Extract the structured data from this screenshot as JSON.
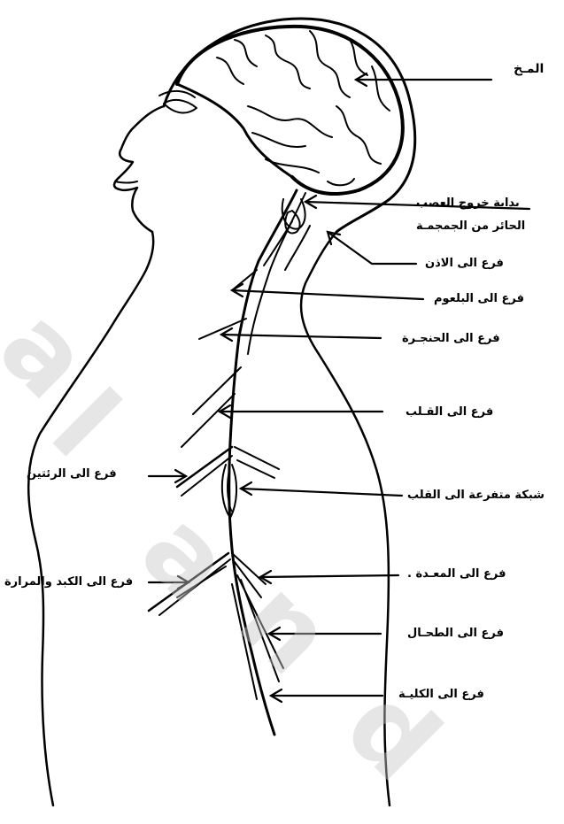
{
  "labels": {
    "brain": "المـخ",
    "nerve_origin_line1": "بداية خروج العصب",
    "nerve_origin_line2": "الحائر من الجمجمـة",
    "ear": "فرع الى الاذن",
    "pharynx": "فرع الى البلعوم",
    "larynx": "فرع الى الحنجـرة",
    "heart": "فرع الى القـلب",
    "lungs": "فرع الى الرئتين",
    "cardiac_plexus": "شبكة متفرعة الى القلب",
    "liver": "فرع الى الكبد والمرارة",
    "stomach": "فرع الى المعـدة .",
    "spleen": "فرع الى الطحـال",
    "kidney": "فرع الى الكليـة"
  },
  "watermark": [
    "a",
    "l",
    "a",
    "n",
    "d"
  ],
  "colors": {
    "ink": "#000000",
    "background": "#ffffff",
    "watermark": "#c8c8c8"
  }
}
